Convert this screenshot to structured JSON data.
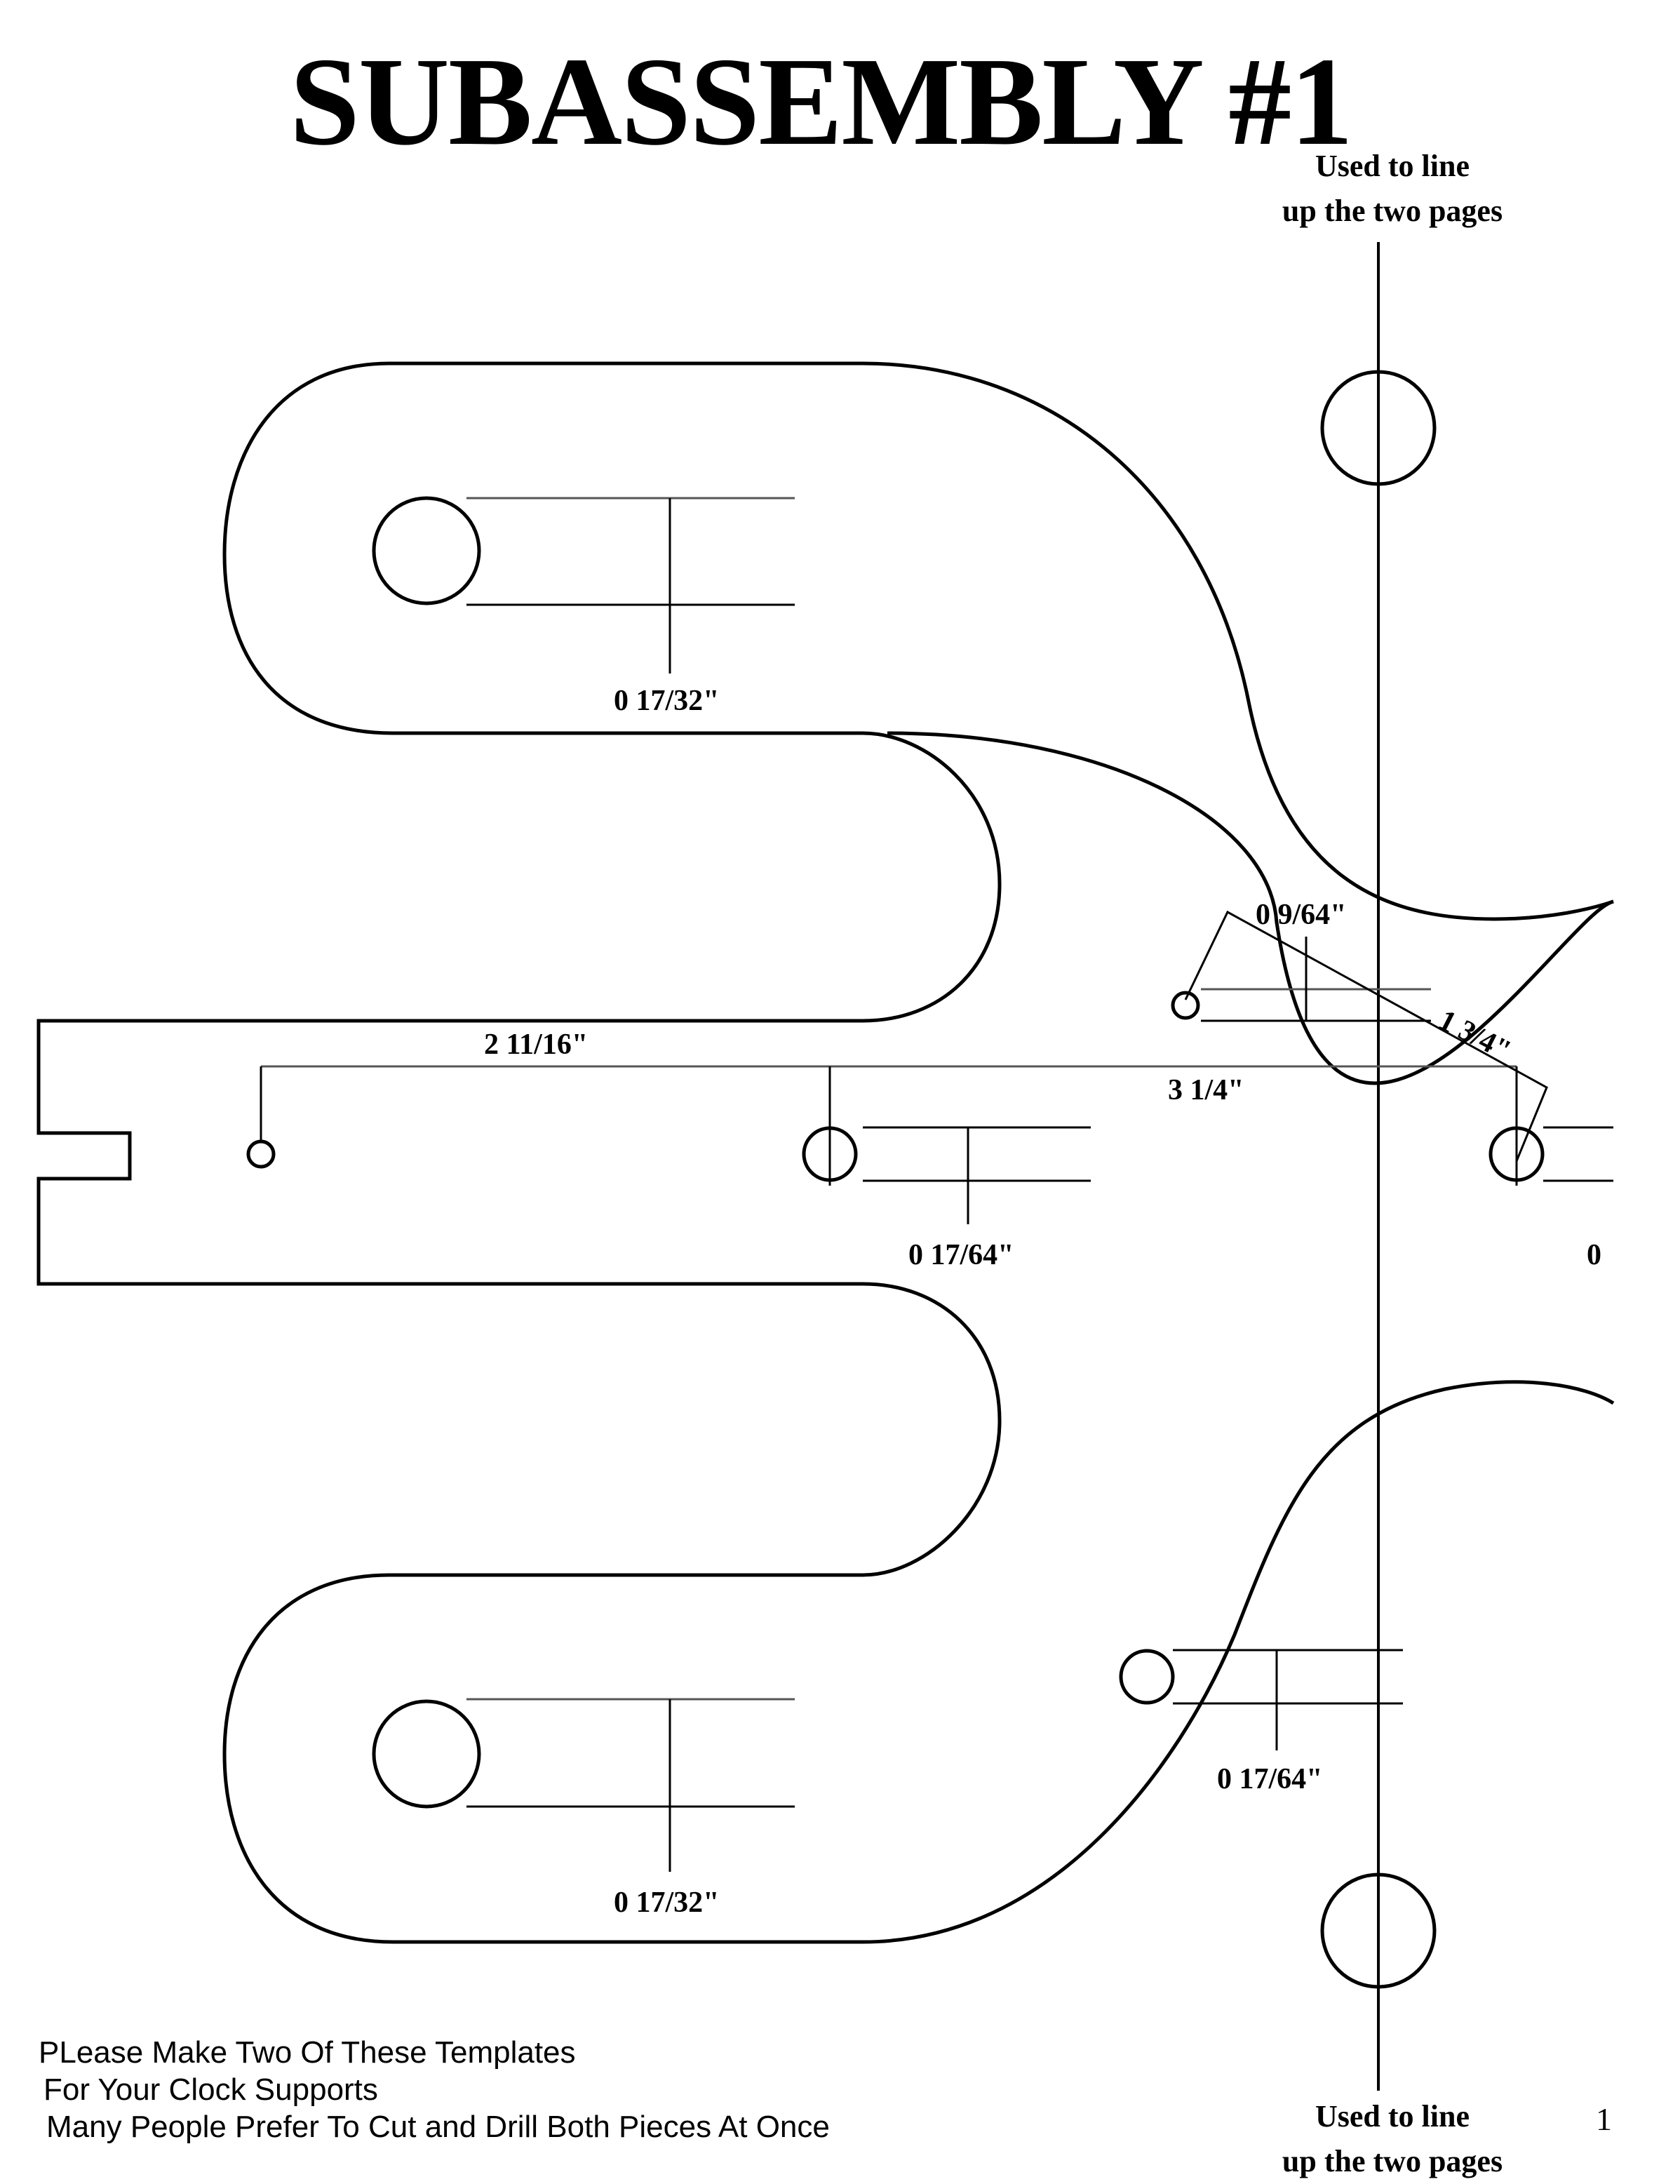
{
  "page": {
    "title": "SUBASSEMBLY #1",
    "page_number": "1"
  },
  "alignment_notes": {
    "top": [
      "Used to line",
      "up the two pages"
    ],
    "bottom": [
      "Used to line",
      "up the two pages"
    ]
  },
  "dimensions": {
    "upper_hole": "0 17/32\"",
    "lower_hole": "0 17/32\"",
    "small_hole_top": "0 9/64\"",
    "diagonal": "1 3/4\"",
    "span_left": "2 11/16\"",
    "span_right": "3 1/4\"",
    "center_hole": "0 17/64\"",
    "right_cut_off": "0",
    "lower_small_hole": "0 17/64\""
  },
  "footer": {
    "lines": [
      "PLease Make Two Of These Templates",
      "For Your Clock Supports",
      "Many People Prefer To Cut and Drill Both Pieces At Once"
    ]
  }
}
